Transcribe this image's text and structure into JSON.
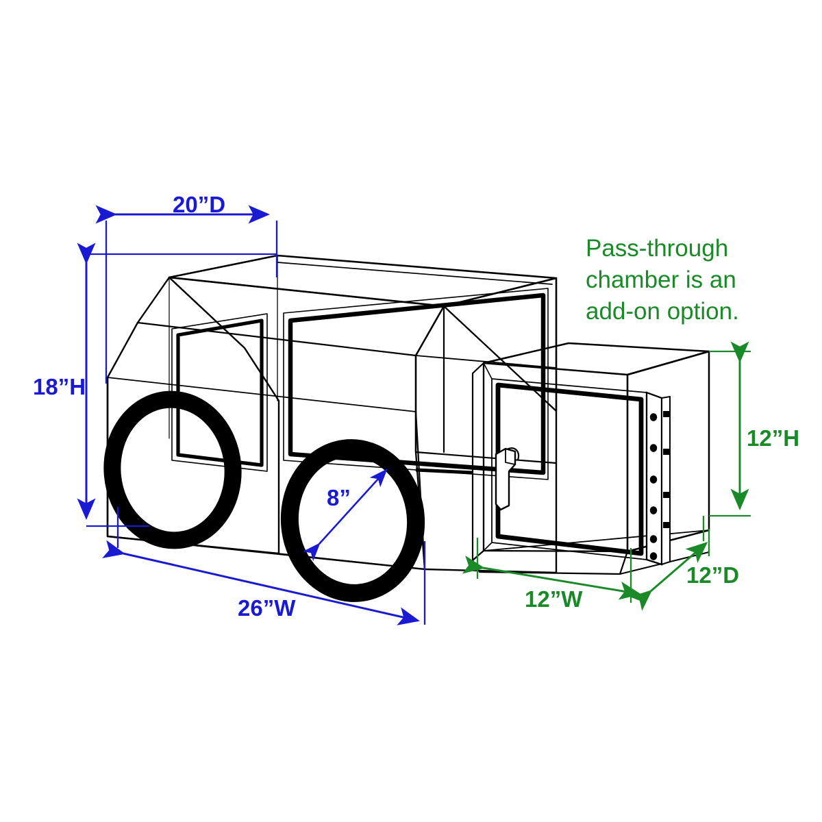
{
  "diagram": {
    "title": "Portable glove box with optional pass-through chamber isometric dimension drawing",
    "background_color": "#ffffff",
    "line_color": "#000000",
    "blue_color": "#1a1ad2",
    "green_color": "#1a8a28"
  },
  "annotations": {
    "note": {
      "line1": "Pass-through",
      "line2": "chamber is an",
      "line3": "add-on option.",
      "color": "#1a8a28"
    }
  },
  "dimensions": {
    "main_unit": [
      {
        "id": "depth",
        "label": "20”D",
        "value": 20,
        "unit": "in",
        "axis": "depth",
        "color": "#1a1ad2"
      },
      {
        "id": "height",
        "label": "18”H",
        "value": 18,
        "unit": "in",
        "axis": "height",
        "color": "#1a1ad2"
      },
      {
        "id": "width",
        "label": "26”W",
        "value": 26,
        "unit": "in",
        "axis": "width",
        "color": "#1a1ad2"
      },
      {
        "id": "glove-port",
        "label": "8”",
        "value": 8,
        "unit": "in",
        "axis": "diameter",
        "color": "#1a1ad2"
      }
    ],
    "pass_through": [
      {
        "id": "pt-height",
        "label": "12”H",
        "value": 12,
        "unit": "in",
        "axis": "height",
        "color": "#1a8a28"
      },
      {
        "id": "pt-width",
        "label": "12”W",
        "value": 12,
        "unit": "in",
        "axis": "width",
        "color": "#1a8a28"
      },
      {
        "id": "pt-depth",
        "label": "12”D",
        "value": 12,
        "unit": "in",
        "axis": "depth",
        "color": "#1a8a28"
      }
    ]
  },
  "parts": {
    "main_cabinet": "main-glovebox-cabinet",
    "sloped_front_window": "sloped-viewing-window",
    "side_window": "side-viewing-window",
    "glove_port_left": "glove-port-left",
    "glove_port_right": "glove-port-right",
    "pass_through_chamber": "pass-through-chamber",
    "pass_through_door": "pass-through-door",
    "door_gasket": "door-gasket-seal",
    "door_handle": "door-latch-handle",
    "door_hinge_strip": "door-hinge-strip",
    "hinge_bolt_count": 6
  }
}
